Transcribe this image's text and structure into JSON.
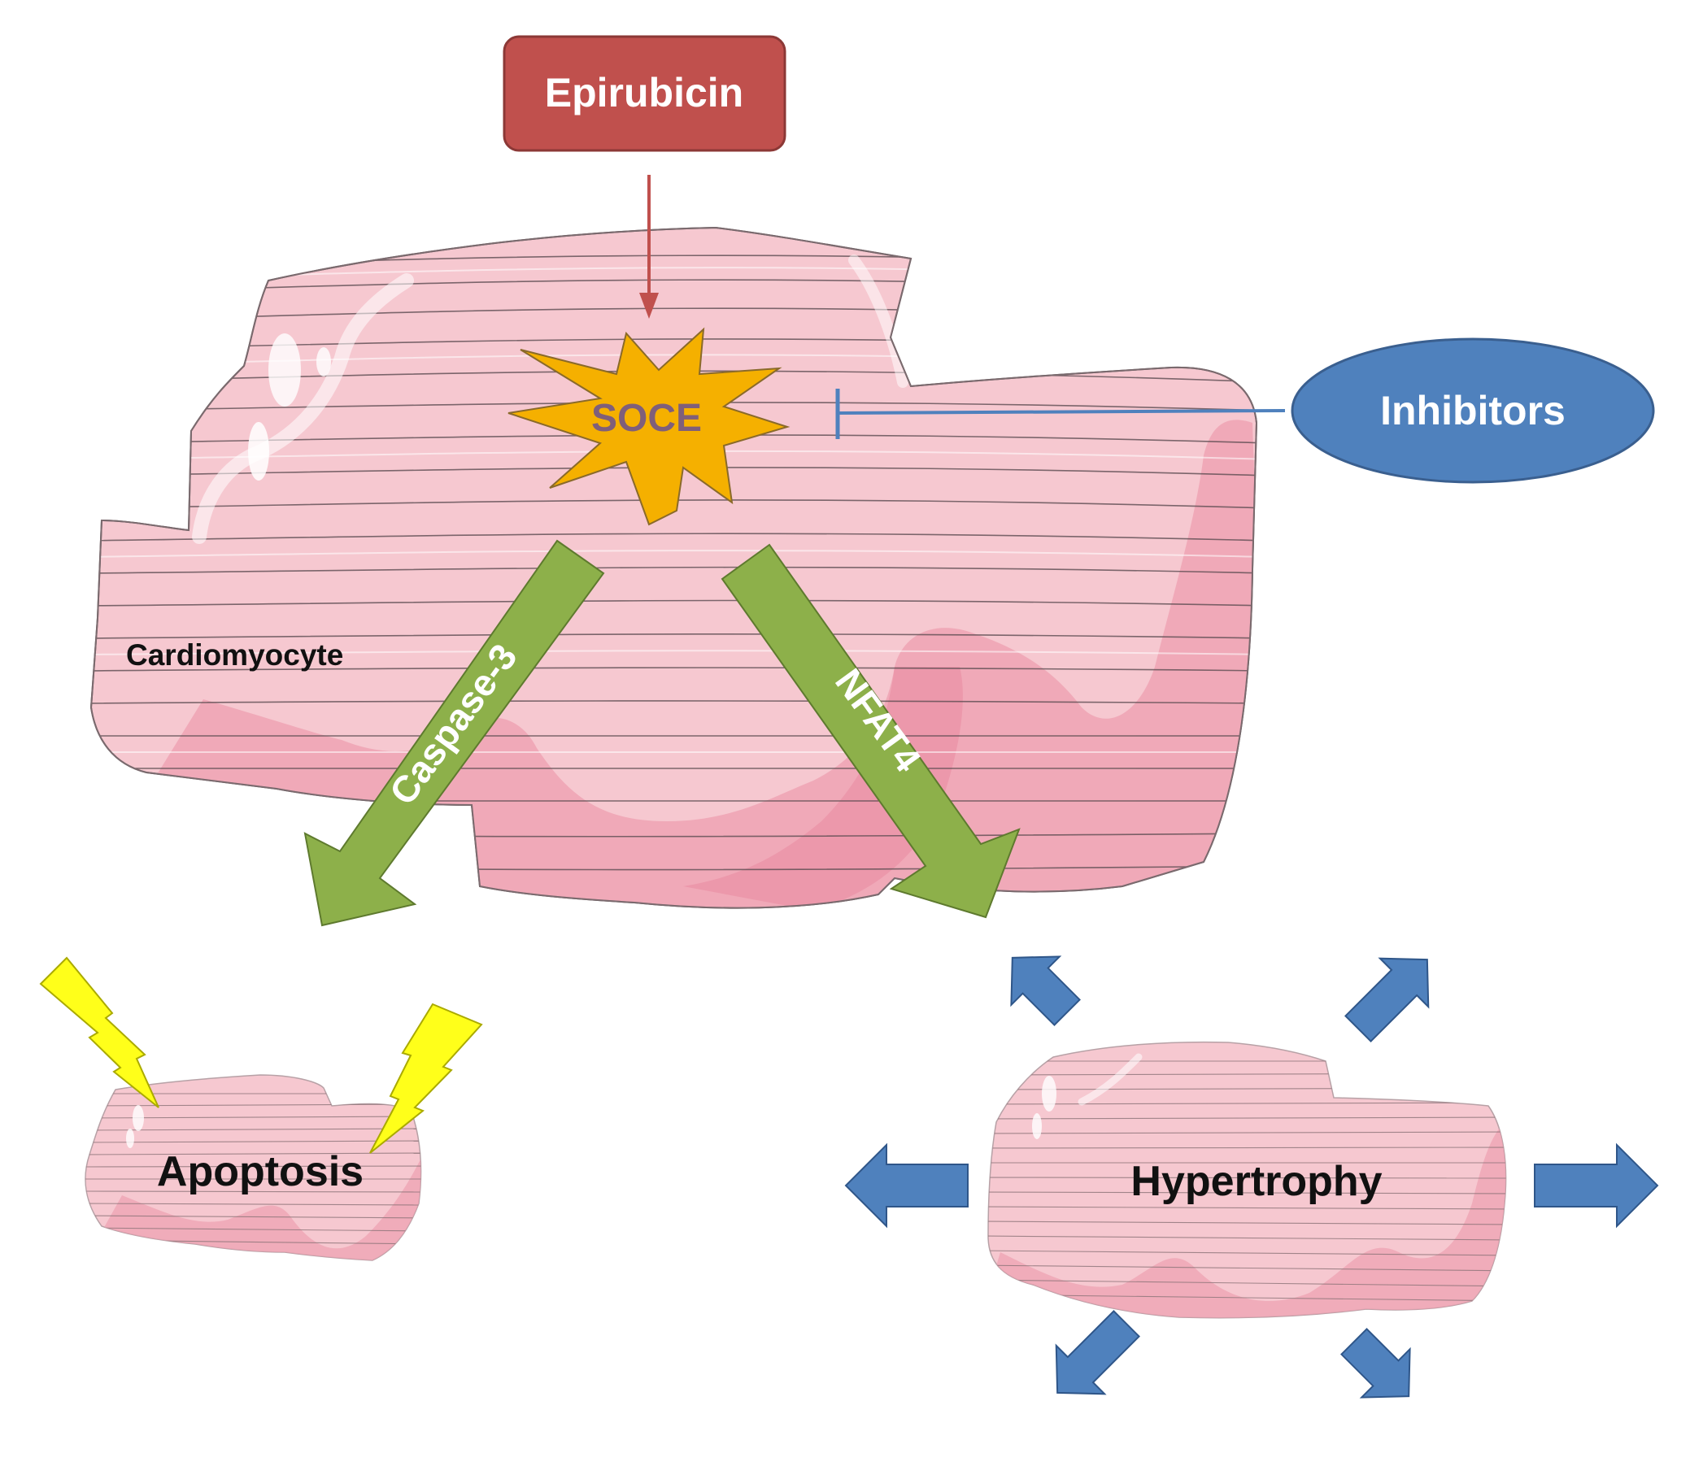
{
  "diagram": {
    "drug_label": "Epirubicin",
    "channel_label": "SOCE",
    "inhibitor_label": "Inhibitors",
    "cell_label": "Cardiomyocyte",
    "left_pathway_label": "Caspase-3",
    "right_pathway_label": "NFAT4",
    "left_outcome_label": "Apoptosis",
    "right_outcome_label": "Hypertrophy"
  },
  "colors": {
    "drug_box": "#c0504d",
    "soce_burst": "#f5b000",
    "soce_text": "#7f5f7a",
    "inhibitor": "#4f81bd",
    "pathway_arrow": "#8db04a",
    "cell_fill": "#f6c8d0",
    "cell_dark": "#ee9fb0",
    "lightning": "#ffff1a",
    "expansion_arrow": "#4f81bd"
  }
}
